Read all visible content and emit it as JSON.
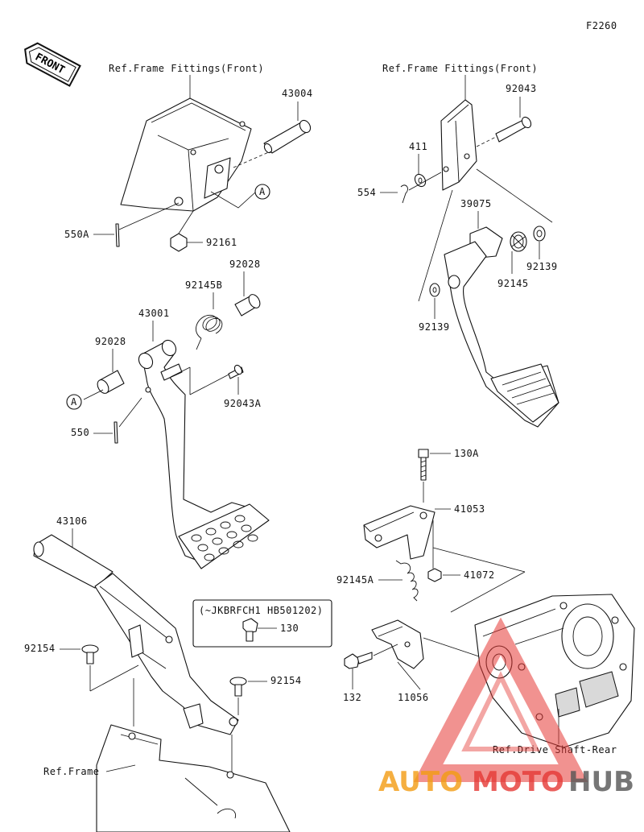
{
  "figure_code": "F2260",
  "front_badge": "FRONT",
  "callout_a": "A",
  "ref_labels": {
    "frame_fittings_left": "Ref.Frame Fittings(Front)",
    "frame_fittings_right": "Ref.Frame Fittings(Front)",
    "frame": "Ref.Frame",
    "drive_shaft_rear": "Ref.Drive Shaft-Rear"
  },
  "serial_note": "(~JKBRFCH1 HB501202)",
  "parts": {
    "p43004": "43004",
    "p550A": "550A",
    "p92161": "92161",
    "p92028_top": "92028",
    "p92145B": "92145B",
    "p43001": "43001",
    "p92028_left": "92028",
    "p92043A": "92043A",
    "p550": "550",
    "p92043": "92043",
    "p411": "411",
    "p554": "554",
    "p39075": "39075",
    "p92139_right": "92139",
    "p92145": "92145",
    "p92139_left": "92139",
    "p130A": "130A",
    "p41053": "41053",
    "p92145A": "92145A",
    "p41072": "41072",
    "p43106": "43106",
    "p130": "130",
    "p92154_left": "92154",
    "p92154_right": "92154",
    "p132": "132",
    "p11056": "11056"
  },
  "watermark": {
    "auto": "AUTO",
    "moto": "MOTO",
    "hub": "HUB",
    "color_orange": "#f39c12",
    "color_red": "#e53935",
    "color_grey": "#555555"
  }
}
